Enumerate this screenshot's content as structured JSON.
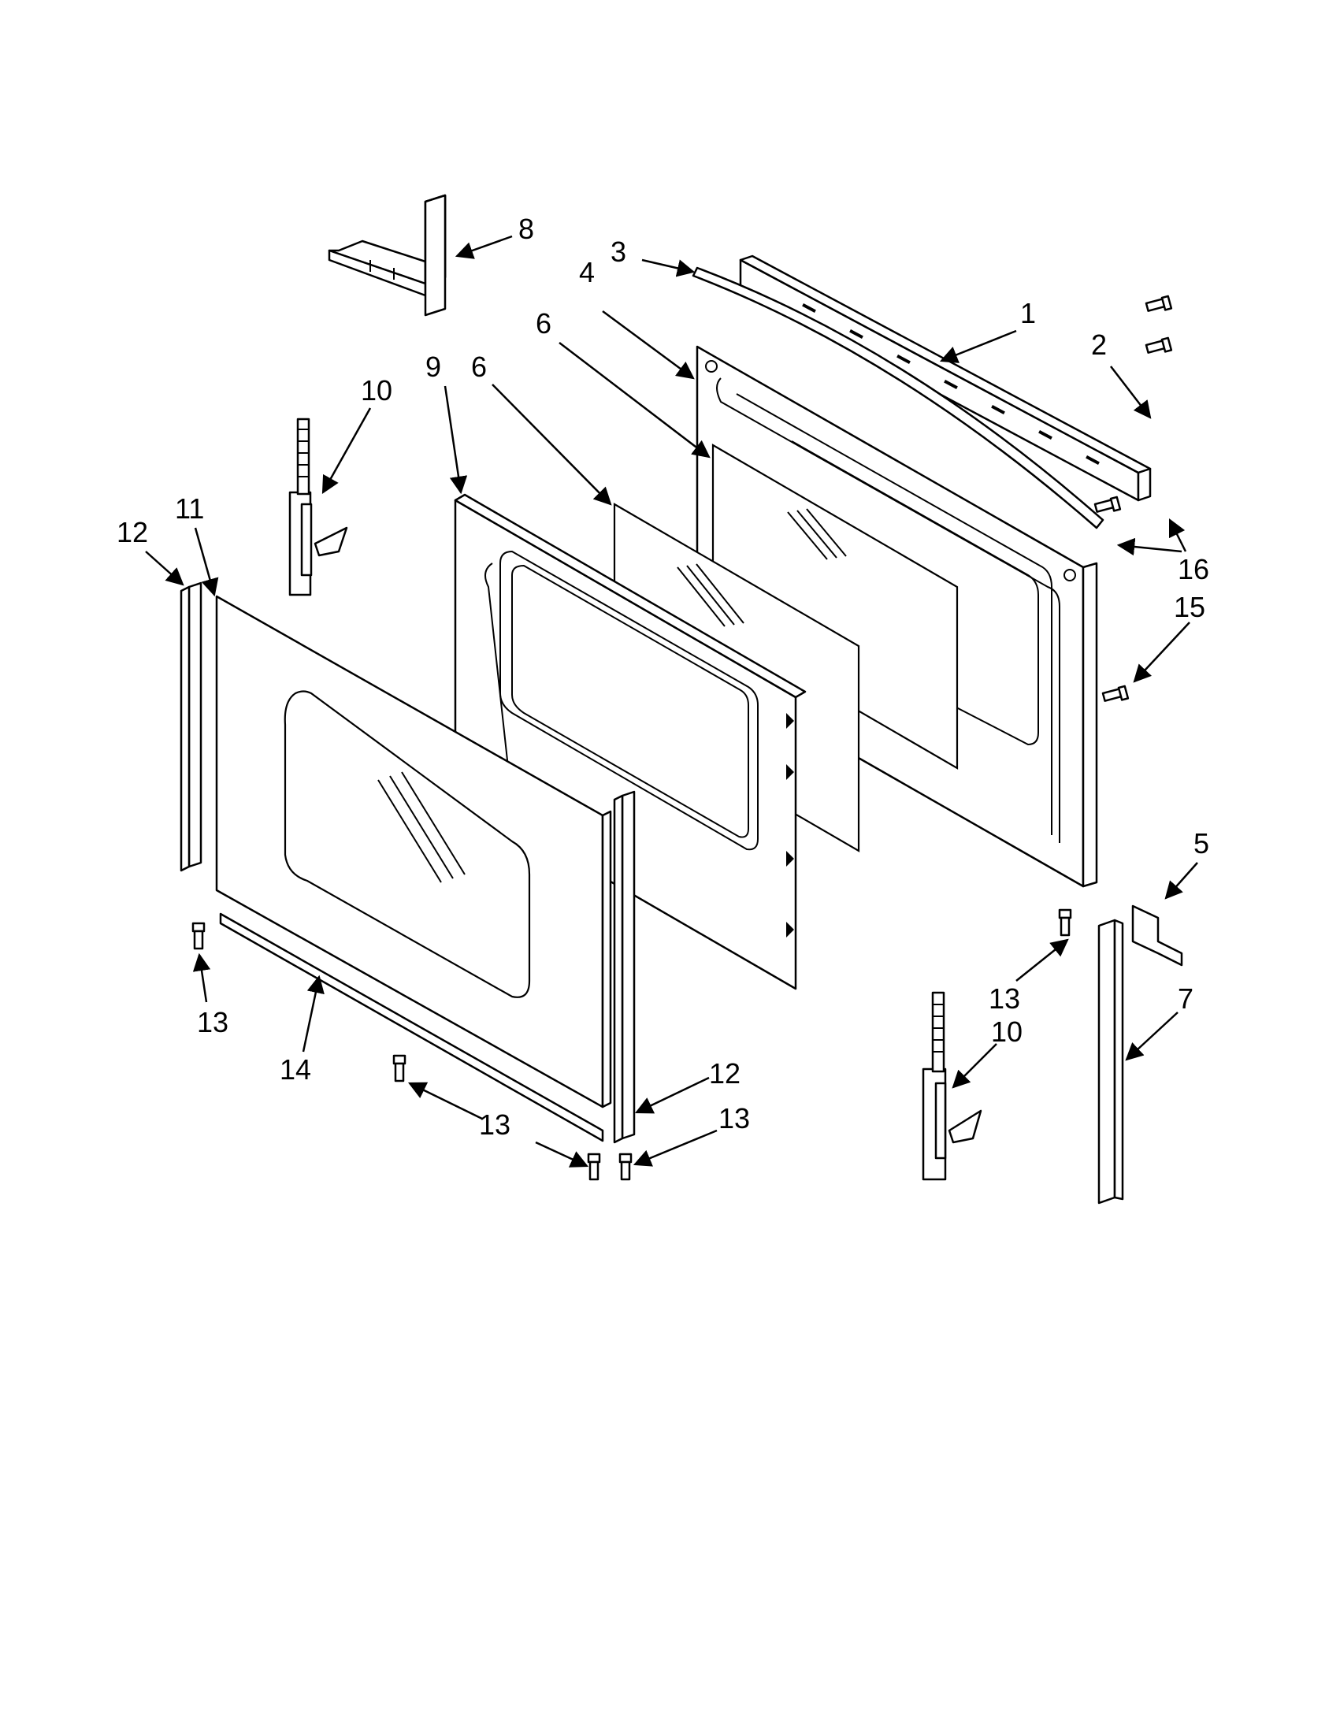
{
  "diagram": {
    "callouts": [
      {
        "id": "c8",
        "label": "8"
      },
      {
        "id": "c3",
        "label": "3"
      },
      {
        "id": "c4",
        "label": "4"
      },
      {
        "id": "c1",
        "label": "1"
      },
      {
        "id": "c2",
        "label": "2"
      },
      {
        "id": "c6a",
        "label": "6"
      },
      {
        "id": "c9",
        "label": "9"
      },
      {
        "id": "c6b",
        "label": "6"
      },
      {
        "id": "c10a",
        "label": "10"
      },
      {
        "id": "c11",
        "label": "11"
      },
      {
        "id": "c12a",
        "label": "12"
      },
      {
        "id": "c16",
        "label": "16"
      },
      {
        "id": "c15",
        "label": "15"
      },
      {
        "id": "c5",
        "label": "5"
      },
      {
        "id": "c13a",
        "label": "13"
      },
      {
        "id": "c14",
        "label": "14"
      },
      {
        "id": "c13b",
        "label": "13"
      },
      {
        "id": "c12b",
        "label": "12"
      },
      {
        "id": "c13c",
        "label": "13"
      },
      {
        "id": "c13d",
        "label": "13"
      },
      {
        "id": "c10b",
        "label": "10"
      },
      {
        "id": "c7",
        "label": "7"
      }
    ]
  }
}
